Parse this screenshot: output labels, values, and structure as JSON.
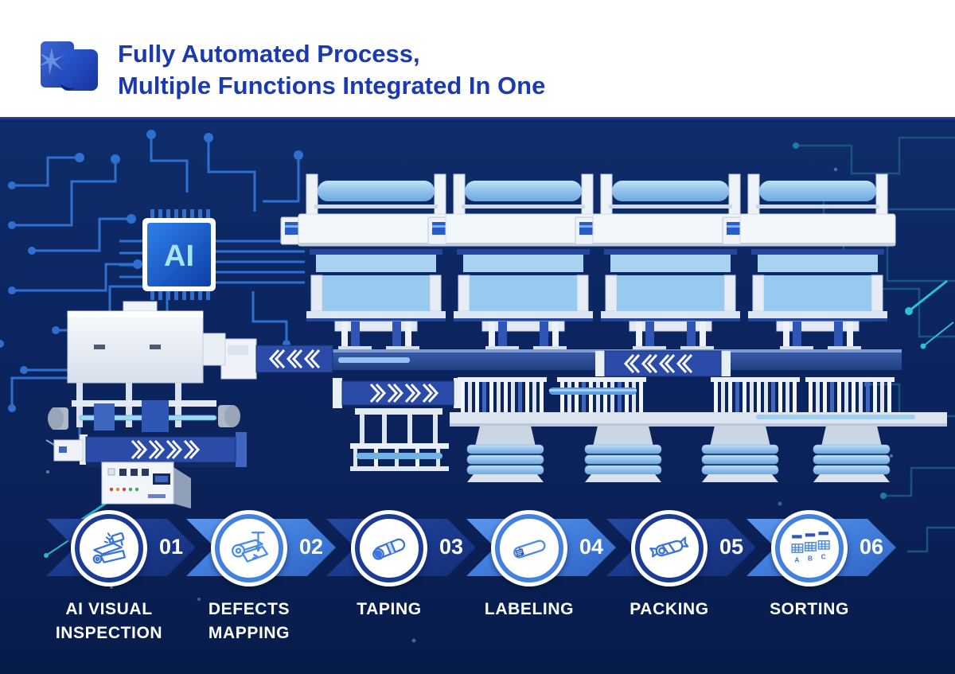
{
  "header": {
    "logo_icon": "fabric-roll-star-logo",
    "title_line1": "Fully Automated Process,",
    "title_line2": "Multiple Functions Integrated In One"
  },
  "scene": {
    "ai_chip_label": "AI",
    "illustration": "automated-fabric-inspection-packing-line"
  },
  "steps": [
    {
      "number": "01",
      "label_line1": "AI VISUAL",
      "label_line2": "INSPECTION",
      "icon": "ai-camera-inspection-icon",
      "theme": "dark"
    },
    {
      "number": "02",
      "label_line1": "DEFECTS",
      "label_line2": "MAPPING",
      "icon": "defects-mapping-icon",
      "theme": "light"
    },
    {
      "number": "03",
      "label_line1": "TAPING",
      "label_line2": "",
      "icon": "taped-roll-icon",
      "theme": "dark"
    },
    {
      "number": "04",
      "label_line1": "LABELING",
      "label_line2": "",
      "icon": "labeled-roll-icon",
      "theme": "light"
    },
    {
      "number": "05",
      "label_line1": "PACKING",
      "label_line2": "",
      "icon": "packed-roll-icon",
      "theme": "dark"
    },
    {
      "number": "06",
      "label_line1": "SORTING",
      "label_line2": "",
      "icon": "sorting-baskets-icon",
      "theme": "light",
      "basket_labels": [
        "A",
        "B",
        "C"
      ]
    }
  ],
  "colors": {
    "title_blue": "#1b3aae",
    "scene_navy": "#0c2560",
    "arrow_dark": "#1b3c90",
    "arrow_light": "#4380dd",
    "circuit_blue": "#2e6fd0",
    "circuit_teal": "#1a5e86",
    "chip_text_cyan": "#a6e4fb",
    "machine_white": "#f2f5fa",
    "fabric_blue": "#9ccbee",
    "conveyor_blue": "#2b4ba8"
  }
}
